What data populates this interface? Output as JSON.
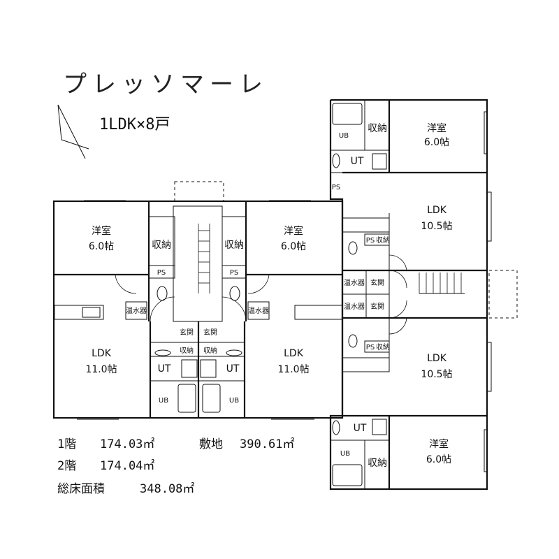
{
  "title": "プレッソマーレ",
  "subtitle": "1LDK×8戸",
  "rooms": {
    "western_room": "洋室",
    "western_size": "6.0帖",
    "ldk": "LDK",
    "ldk_left_size": "11.0帖",
    "ldk_right_size": "10.5帖",
    "storage": "収納",
    "entrance": "玄関",
    "water_heater": "温水器",
    "ps": "PS",
    "ut": "UT",
    "ub": "UB"
  },
  "areas": {
    "floor1_label": "1階",
    "floor1_value": "174.03㎡",
    "floor2_label": "2階",
    "floor2_value": "174.04㎡",
    "site_label": "敷地",
    "site_value": "390.61㎡",
    "total_label": "総床面積",
    "total_value": "348.08㎡"
  }
}
